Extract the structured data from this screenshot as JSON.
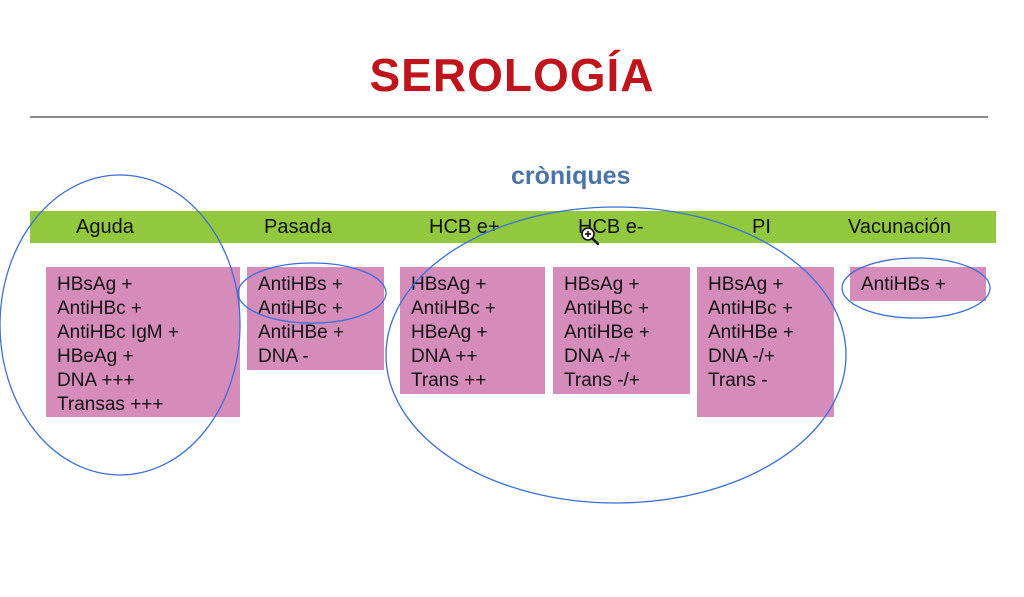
{
  "slide": {
    "title": "SEROLOGÍA",
    "subtitle": "cròniques"
  },
  "columns": [
    {
      "header": "Aguda",
      "lines": [
        "HBsAg +",
        "AntiHBc +",
        "AntiHBc IgM +",
        "HBeAg +",
        "DNA +++",
        "Transas +++"
      ]
    },
    {
      "header": "Pasada",
      "lines": [
        "AntiHBs +",
        "AntiHBc +",
        "AntiHBe +",
        "DNA -"
      ]
    },
    {
      "header": "HCB e+",
      "lines": [
        "HBsAg +",
        "AntiHBc +",
        "HBeAg +",
        "DNA ++",
        "Trans ++"
      ]
    },
    {
      "header": "HCB e-",
      "lines": [
        "HBsAg +",
        "AntiHBc +",
        "AntiHBe +",
        "DNA -/+",
        "Trans -/+"
      ]
    },
    {
      "header": "PI",
      "lines": [
        "HBsAg +",
        "AntiHBc +",
        "AntiHBe +",
        "DNA -/+",
        "Trans -"
      ]
    },
    {
      "header": "Vacunación",
      "lines": [
        "AntiHBs +"
      ]
    }
  ],
  "colors": {
    "title": "#c0141c",
    "subtitle": "#4a74a8",
    "header_bar": "#92c83e",
    "cell": "#d68cbb",
    "annotation_ellipse": "#3a6fd8"
  },
  "icons": {
    "cursor": "zoom-in-magnifier-icon"
  }
}
